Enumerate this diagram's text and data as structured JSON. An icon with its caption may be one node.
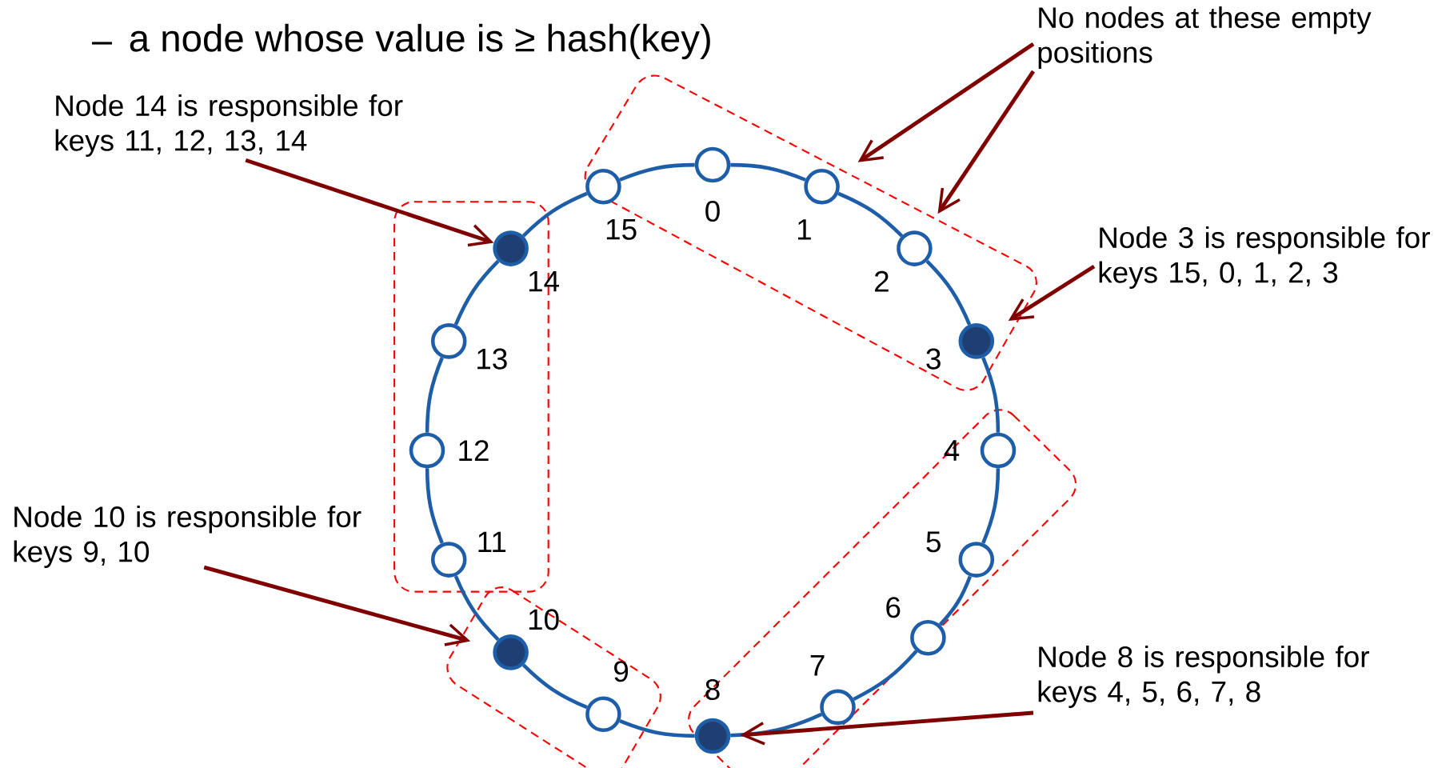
{
  "diagram": {
    "nodes": [
      {
        "text": [],
        "shape": "circle",
        "beside": [
          "0"
        ]
      },
      {
        "text": [],
        "shape": "circle",
        "beside": [
          "1"
        ]
      },
      {
        "text": [],
        "shape": "circle",
        "beside": [
          "2"
        ]
      },
      {
        "text": [],
        "shape": "circle",
        "beside": [
          "3"
        ]
      },
      {
        "text": [],
        "shape": "circle",
        "beside": [
          "4"
        ]
      },
      {
        "text": [],
        "shape": "circle",
        "beside": [
          "5"
        ]
      },
      {
        "text": [],
        "shape": "circle",
        "beside": [
          "6"
        ]
      },
      {
        "text": [],
        "shape": "circle",
        "beside": [
          "7"
        ]
      },
      {
        "text": [],
        "shape": "circle",
        "beside": [
          "8"
        ]
      },
      {
        "text": [],
        "shape": "circle",
        "beside": [
          "9"
        ]
      },
      {
        "text": [],
        "shape": "circle",
        "beside": [
          "10"
        ]
      },
      {
        "text": [],
        "shape": "circle",
        "beside": [
          "11"
        ]
      },
      {
        "text": [],
        "shape": "circle",
        "beside": [
          "12"
        ]
      },
      {
        "text": [],
        "shape": "circle",
        "beside": [
          "13"
        ]
      },
      {
        "text": [],
        "shape": "circle",
        "beside": [
          "14"
        ]
      },
      {
        "text": [],
        "shape": "circle",
        "beside": [
          "15"
        ]
      },
      {
        "text": [
          "Node 14 is responsible for keys 11, 12, 13, 14"
        ]
      },
      {
        "text": [
          "No nodes at these empty positions"
        ]
      },
      {
        "text": [
          "Node 3 is responsible for keys 15, 0, 1, 2, 3"
        ]
      },
      {
        "text": [
          "Node 10 is responsible for keys 9, 10"
        ]
      },
      {
        "text": [
          "Node 8 is responsible for keys 4, 5, 6, 7, 8"
        ]
      }
    ],
    "edges": [
      {
        "from": 0,
        "to": 1,
        "arrow": "none"
      },
      {
        "from": 1,
        "to": 2,
        "arrow": "none"
      },
      {
        "from": 2,
        "to": 3,
        "arrow": "none"
      },
      {
        "from": 3,
        "to": 4,
        "arrow": "none"
      },
      {
        "from": 4,
        "to": 5,
        "arrow": "none"
      },
      {
        "from": 5,
        "to": 6,
        "arrow": "none"
      },
      {
        "from": 6,
        "to": 7,
        "arrow": "none"
      },
      {
        "from": 7,
        "to": 8,
        "arrow": "none"
      },
      {
        "from": 8,
        "to": 9,
        "arrow": "none"
      },
      {
        "from": 9,
        "to": 10,
        "arrow": "none"
      },
      {
        "from": 10,
        "to": 11,
        "arrow": "none"
      },
      {
        "from": 11,
        "to": 12,
        "arrow": "none"
      },
      {
        "from": 12,
        "to": 13,
        "arrow": "none"
      },
      {
        "from": 13,
        "to": 14,
        "arrow": "none"
      },
      {
        "from": 14,
        "to": 15,
        "arrow": "none"
      },
      {
        "from": 15,
        "to": 0,
        "arrow": "none"
      },
      {
        "from": 16,
        "to": 14,
        "arrow": "to",
        "color": "#800000"
      },
      {
        "from": 17,
        "to": 1,
        "arrow": "to",
        "color": "#800000"
      },
      {
        "from": 17,
        "to": 2,
        "arrow": "to",
        "color": "#800000"
      },
      {
        "from": 18,
        "to": 3,
        "arrow": "to",
        "color": "#800000"
      },
      {
        "from": 19,
        "to": 10,
        "arrow": "to",
        "color": "#800000"
      },
      {
        "from": 20,
        "to": 8,
        "arrow": "to",
        "color": "#800000"
      }
    ],
    "labels": [
      "a node whose value is ≥ hash(key)"
    ]
  }
}
